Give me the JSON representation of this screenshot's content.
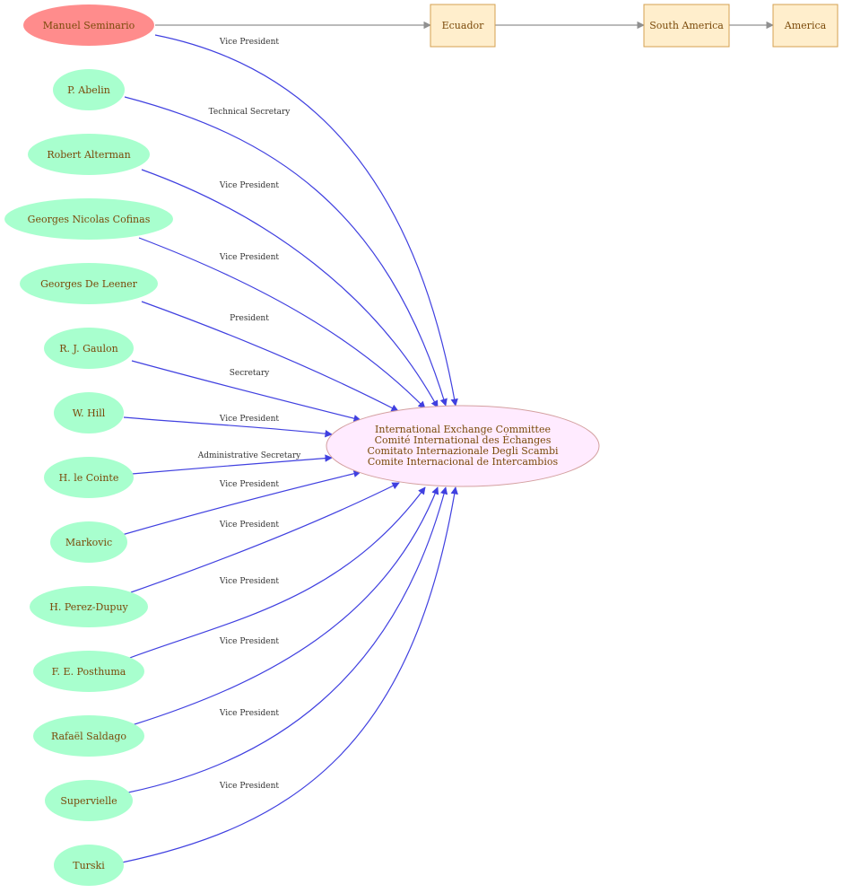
{
  "colors": {
    "target_node_fill": "#ff8c8c",
    "person_node_fill": "#a8ffce",
    "committee_fill": "#ffebff",
    "committee_stroke": "#d4a0a0",
    "place_fill": "#ffeecc",
    "place_stroke": "#d4a050",
    "edge_blue": "#4040e0",
    "edge_gray": "#909090",
    "node_text": "#7a4a0a",
    "edge_text": "#333333"
  },
  "places": [
    "Ecuador",
    "South America",
    "America"
  ],
  "committee": {
    "lines": [
      "International Exchange Committee",
      "Comité International des Échanges",
      "Comitato Internazionale Degli Scambi",
      "Comite Internacional de Intercambios"
    ]
  },
  "people": [
    {
      "name": "Manuel Seminario",
      "role": "Vice President",
      "highlight": true
    },
    {
      "name": "P. Abelin",
      "role": "Technical Secretary"
    },
    {
      "name": "Robert Alterman",
      "role": "Vice President"
    },
    {
      "name": "Georges Nicolas Cofinas",
      "role": "Vice President"
    },
    {
      "name": "Georges De Leener",
      "role": "President"
    },
    {
      "name": "R. J. Gaulon",
      "role": "Secretary"
    },
    {
      "name": "W. Hill",
      "role": "Vice President"
    },
    {
      "name": "H. le Cointe",
      "role": "Administrative Secretary"
    },
    {
      "name": "Markovic",
      "role": "Vice President"
    },
    {
      "name": "H. Perez-Dupuy",
      "role": "Vice President"
    },
    {
      "name": "F. E. Posthuma",
      "role": "Vice President"
    },
    {
      "name": "Rafaël Saldago",
      "role": "Vice President"
    },
    {
      "name": "Supervielle",
      "role": "Vice President"
    },
    {
      "name": "Turski",
      "role": "Vice President"
    }
  ]
}
